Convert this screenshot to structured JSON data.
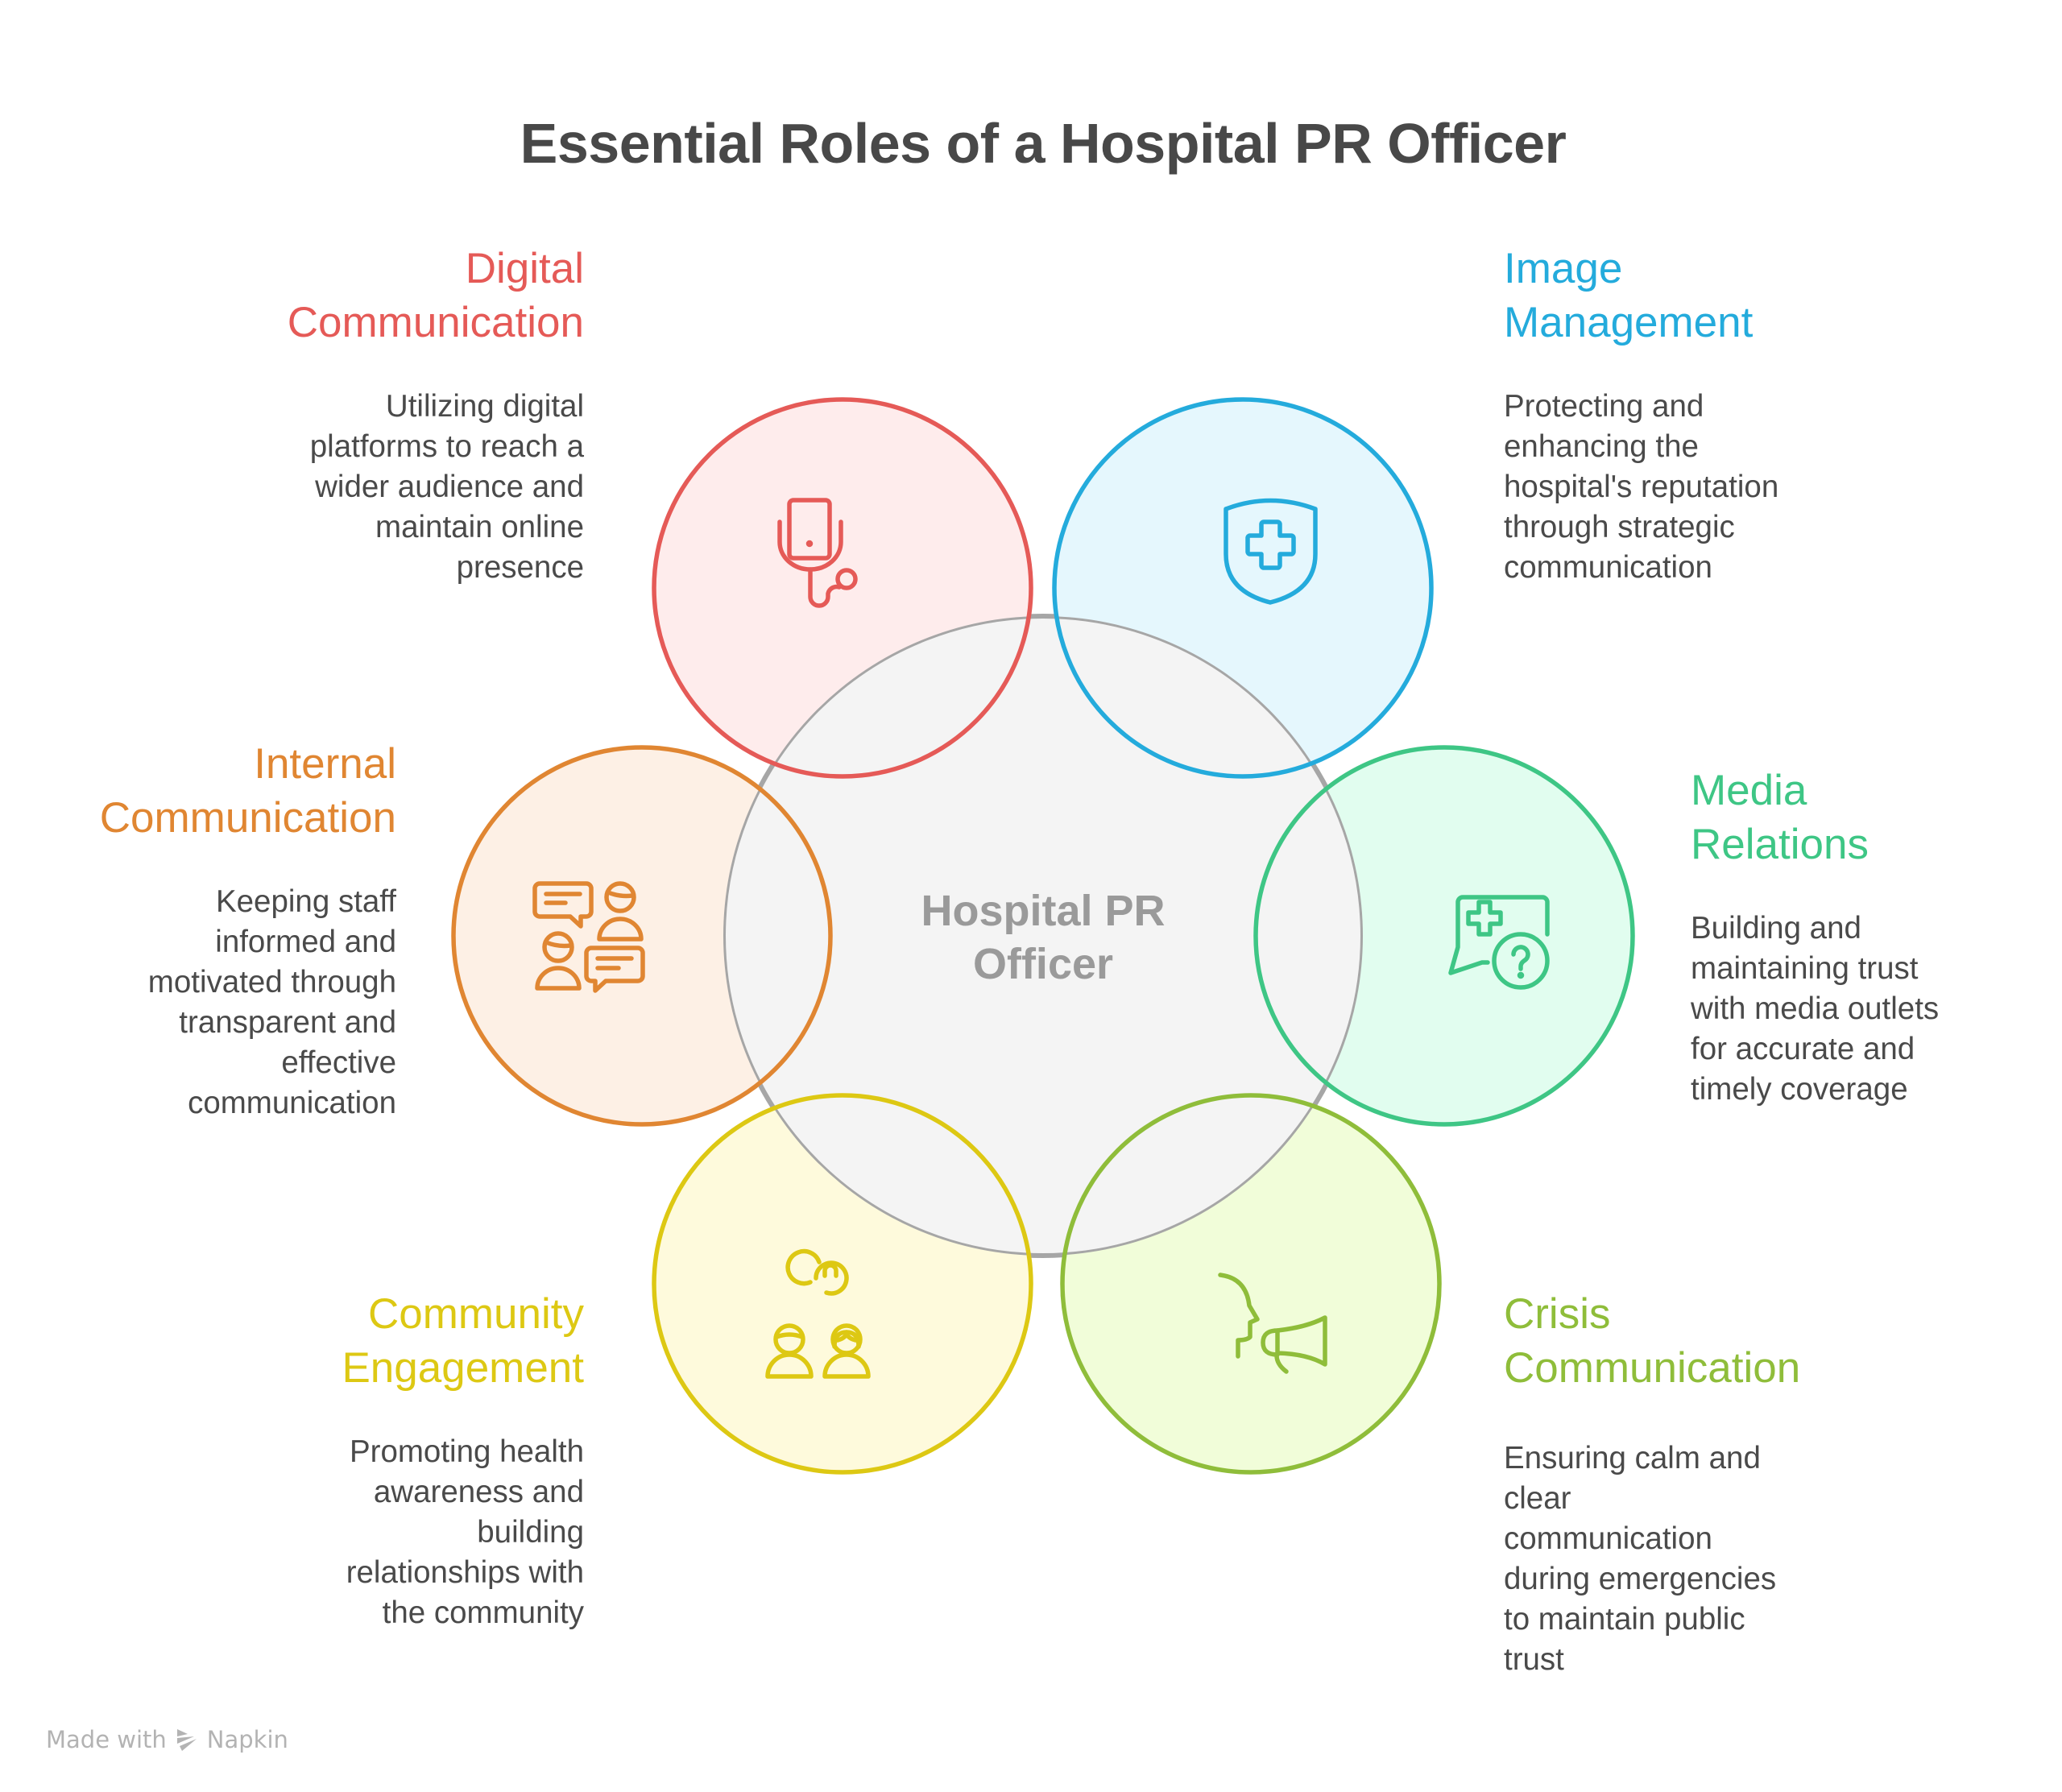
{
  "title": "Essential Roles of a Hospital PR Officer",
  "center": {
    "label": "Hospital PR\nOfficer",
    "fill": "#f4f4f4",
    "stroke": "#a6a6a6"
  },
  "roles": [
    {
      "id": "digital",
      "heading": "Digital\nCommunication",
      "description": "Utilizing digital\nplatforms to reach a\nwider audience and\nmaintain online\npresence",
      "icon": "stethoscope-tablet-icon",
      "color": "#e55a57",
      "fill": "#feecec"
    },
    {
      "id": "image",
      "heading": "Image\nManagement",
      "description": "Protecting and\nenhancing the\nhospital's reputation\nthrough strategic\ncommunication",
      "icon": "shield-cross-icon",
      "color": "#24abdc",
      "fill": "#e5f7fd"
    },
    {
      "id": "internal",
      "heading": "Internal\nCommunication",
      "description": "Keeping staff\ninformed and\nmotivated through\ntransparent and\neffective\ncommunication",
      "icon": "people-chat-icon",
      "color": "#e08632",
      "fill": "#fdf0e5"
    },
    {
      "id": "media",
      "heading": "Media\nRelations",
      "description": "Building and\nmaintaining trust\nwith media outlets\nfor accurate and\ntimely coverage",
      "icon": "medical-question-chat-icon",
      "color": "#3ec685",
      "fill": "#e1fdef"
    },
    {
      "id": "community",
      "heading": "Community\nEngagement",
      "description": "Promoting health\nawareness and\nbuilding\nrelationships with\nthe community",
      "icon": "community-people-icon",
      "color": "#ddc813",
      "fill": "#fefadc"
    },
    {
      "id": "crisis",
      "heading": "Crisis\nCommunication",
      "description": "Ensuring calm and\nclear\ncommunication\nduring emergencies\nto maintain public\ntrust",
      "icon": "megaphone-speaker-icon",
      "color": "#8fbd3a",
      "fill": "#f1fdd9"
    }
  ],
  "footer": {
    "made_with": "Made with",
    "brand": "Napkin"
  }
}
